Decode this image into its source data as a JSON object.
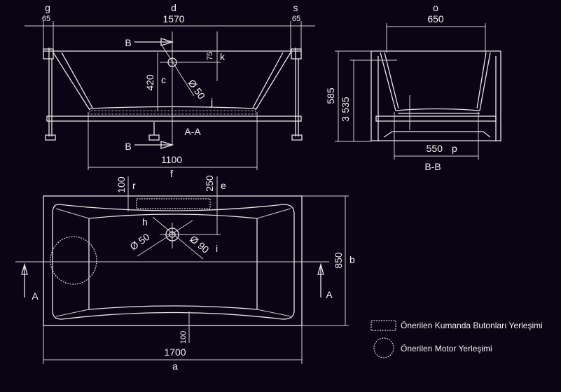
{
  "front_view": {
    "section_title": "A-A",
    "section_marker": "B",
    "dims": {
      "left_rim": {
        "letter": "g",
        "value": "65"
      },
      "length_top": {
        "letter": "d",
        "value": "1570"
      },
      "right_rim": {
        "letter": "s",
        "value": "65"
      },
      "depth": {
        "letter": "c",
        "value": "420"
      },
      "overflow_offset": {
        "letter": "k",
        "value": "75"
      },
      "overflow_diameter": {
        "letter": "j",
        "value": "Ø 50"
      },
      "bottom_length": {
        "letter": "f",
        "value": "1100"
      }
    }
  },
  "side_view": {
    "section_title": "B-B",
    "dims": {
      "width_top": {
        "letter": "o",
        "value": "650"
      },
      "total_height": {
        "letter": "",
        "value": "585"
      },
      "inner_height": {
        "letter": "3",
        "value": "535"
      },
      "bottom_width": {
        "letter": "p",
        "value": "550"
      }
    }
  },
  "plan_view": {
    "section_marker": "A",
    "dims": {
      "length": {
        "letter": "a",
        "value": "1700"
      },
      "width": {
        "letter": "b",
        "value": "850"
      },
      "button_offset": {
        "letter": "r",
        "value": "100"
      },
      "drain_offset": {
        "letter": "e",
        "value": "250"
      },
      "drain_diameter": {
        "letter": "h",
        "value": "Ø 50"
      },
      "drain_outer_diameter": {
        "letter": "i",
        "value": "Ø 90"
      },
      "bottom_offset": {
        "letter": "",
        "value": "100"
      }
    }
  },
  "legend": [
    {
      "symbol": "dashed-rectangle",
      "label": "Önerilen Kumanda Butonları Yerleşimi"
    },
    {
      "symbol": "dashed-circle",
      "label": "Önerilen Motor Yerleşimi"
    }
  ]
}
